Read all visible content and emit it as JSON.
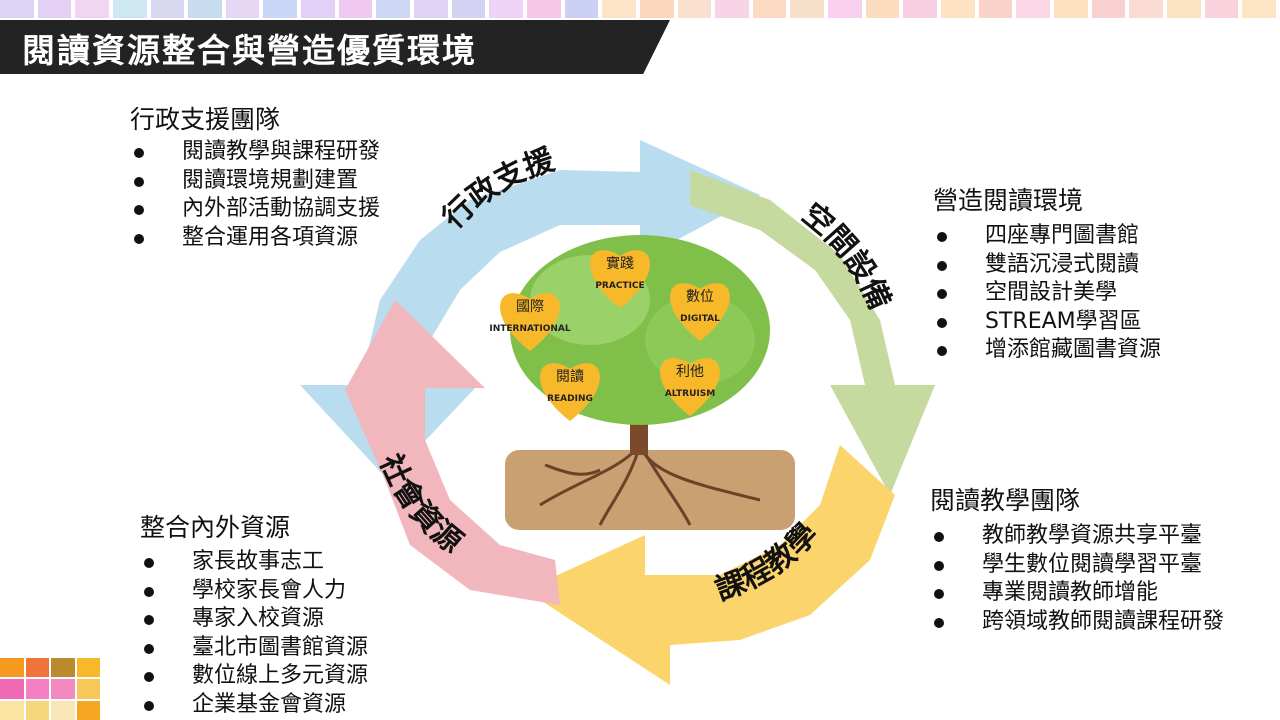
{
  "title": "閱讀資源整合與營造優質環境",
  "strip_colors": [
    "#dcd3f5",
    "#e4d0f5",
    "#f1d6f3",
    "#cfe6f3",
    "#d8d8f1",
    "#c8dcf0",
    "#e6d8f5",
    "#cad6f5",
    "#e2d0f7",
    "#f0c9f0",
    "#ccd8f4",
    "#e0d2f5",
    "#d4d2f3",
    "#efd3f7",
    "#f5c8e8",
    "#cbd0f4",
    "#fde3c7",
    "#fcd6bf",
    "#fbe0cf",
    "#f8d3e6",
    "#fcd9c2",
    "#f7e0c9",
    "#fad0ef",
    "#fcdcbf",
    "#f7cfe0",
    "#fde2c3",
    "#f9d2c8",
    "#fad6e7",
    "#fde2c0",
    "#f8d0cf",
    "#fbdcd5",
    "#fce3c4",
    "#f9d3dc",
    "#fde4c3"
  ],
  "arrows": {
    "admin": {
      "label": "行政支援",
      "color": "#b9dcee"
    },
    "space": {
      "label": "空間設備",
      "color": "#c6d99e"
    },
    "course": {
      "label": "課程教學",
      "color": "#fbd46b"
    },
    "social": {
      "label": "社會資源",
      "color": "#f1b7bd"
    }
  },
  "tree": {
    "hearts": [
      {
        "zh": "實踐",
        "en": "PRACTICE"
      },
      {
        "zh": "國際",
        "en": "INTERNATIONAL"
      },
      {
        "zh": "數位",
        "en": "DIGITAL"
      },
      {
        "zh": "閱讀",
        "en": "READING"
      },
      {
        "zh": "利他",
        "en": "ALTRUISM"
      }
    ],
    "heart_color": "#f7b92a",
    "letter_color": "#d6217a"
  },
  "panels": {
    "admin_team": {
      "heading": "行政支援團隊",
      "items": [
        "閱讀教學與課程研發",
        "閱讀環境規劃建置",
        "內外部活動協調支援",
        "整合運用各項資源"
      ]
    },
    "env": {
      "heading": "營造閱讀環境",
      "items": [
        "四座專門圖書館",
        "雙語沉浸式閱讀",
        "空間設計美學",
        "STREAM學習區",
        "增添館藏圖書資源"
      ]
    },
    "teach_team": {
      "heading": "閱讀教學團隊",
      "items": [
        "教師教學資源共享平臺",
        "學生數位閱讀學習平臺",
        "專業閱讀教師增能",
        "跨領域教師閱讀課程研發"
      ]
    },
    "resources": {
      "heading": "整合內外資源",
      "items": [
        "家長故事志工",
        "學校家長會人力",
        "專家入校資源",
        "臺北市圖書館資源",
        "數位線上多元資源",
        "企業基金會資源"
      ]
    }
  },
  "deco_colors": [
    "#f59a1e",
    "#f0733a",
    "#b98a2e",
    "#f7b92a",
    "#f26ab5",
    "#f47fc2",
    "#f28ac0",
    "#f9c65a",
    "#fbe3a1",
    "#f7d77c",
    "#f9e7b7",
    "#f5a623"
  ]
}
